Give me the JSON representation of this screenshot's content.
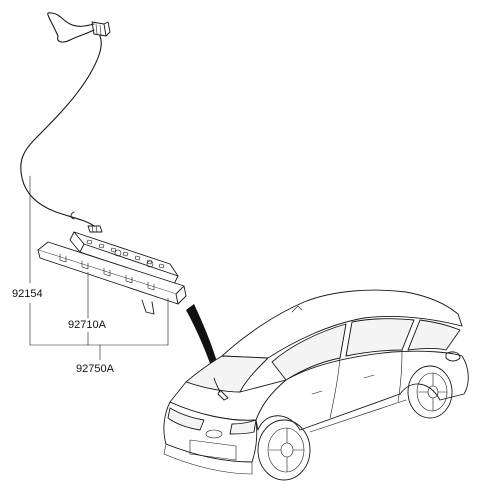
{
  "diagram": {
    "parts": [
      {
        "id": "harness",
        "label": "92154"
      },
      {
        "id": "lens",
        "label": "92710A"
      },
      {
        "id": "assembly",
        "label": "92750A"
      }
    ]
  }
}
